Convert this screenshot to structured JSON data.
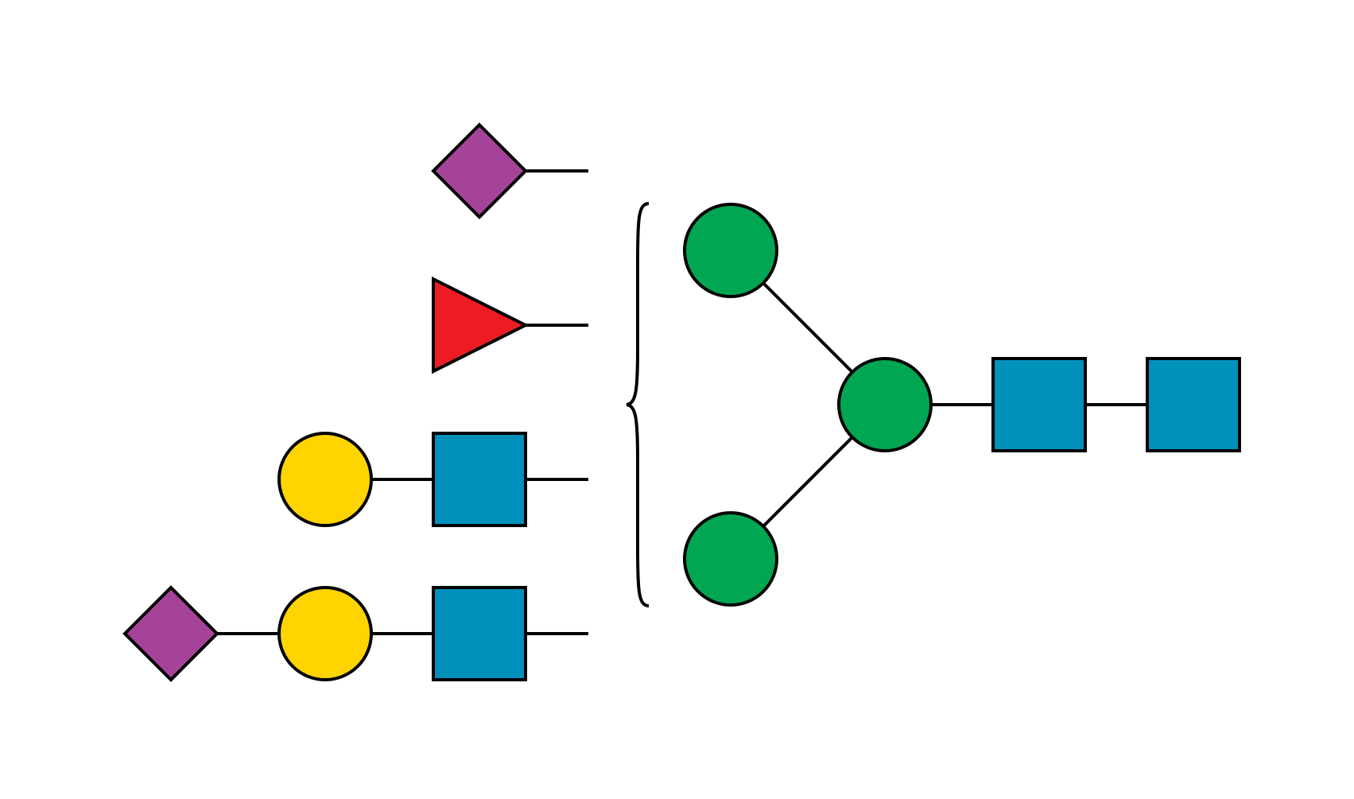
{
  "colors": {
    "background": "#ffffff",
    "outline": "#000000",
    "neu5ac_diamond": "#A54399",
    "fucose_triangle": "#ED1C24",
    "galactose_circle": "#FFD400",
    "glcnac_square": "#0090BC",
    "mannose_circle": "#00A651"
  },
  "legend": {
    "note": ""
  },
  "antennae_attachments": [
    {
      "id": "sialic-acid",
      "symbols": [
        "purple-diamond"
      ]
    },
    {
      "id": "fucose",
      "symbols": [
        "red-triangle"
      ]
    },
    {
      "id": "galactose-glcnac",
      "symbols": [
        "yellow-circle",
        "blue-square"
      ]
    },
    {
      "id": "sialyl-galactose-glcnac",
      "symbols": [
        "purple-diamond",
        "yellow-circle",
        "blue-square"
      ]
    }
  ],
  "core": {
    "symbols": [
      "green-circle",
      "green-circle",
      "green-circle",
      "blue-square",
      "blue-square"
    ]
  }
}
